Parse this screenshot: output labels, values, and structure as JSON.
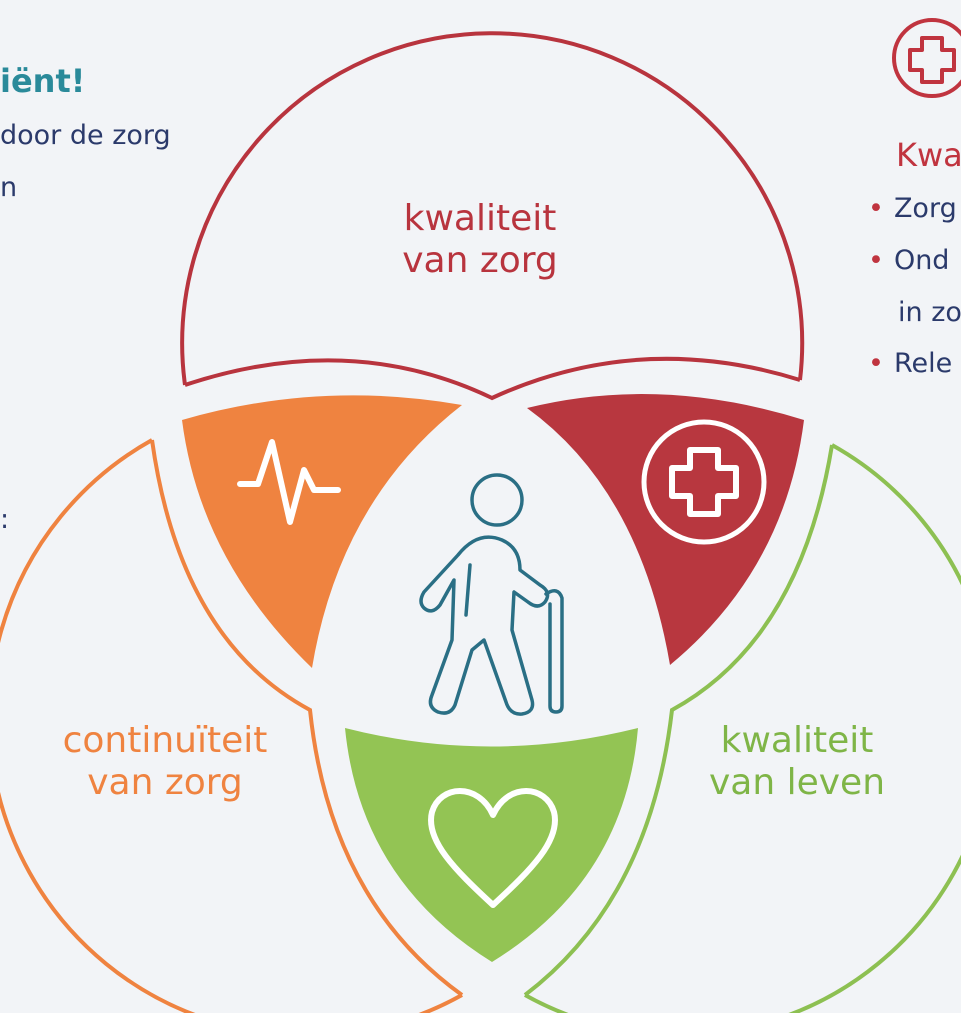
{
  "left_text": {
    "heading": "iënt!",
    "lines": [
      "door de zorg",
      "n",
      ":"
    ]
  },
  "right_text": {
    "heading": "Kwa",
    "bullets": [
      "Zorg",
      "Ond",
      "Rele"
    ],
    "continuation": "in zo"
  },
  "circles": {
    "top": {
      "line1": "kwaliteit",
      "line2": "van zorg",
      "color": "#b8343e"
    },
    "left": {
      "line1": "continuïteit",
      "line2": "van zorg",
      "color": "#ef8340"
    },
    "right": {
      "line1": "kwaliteit",
      "line2": "van leven",
      "color": "#8dc052"
    }
  },
  "icons": [
    "heartbeat-icon",
    "medical-cross-icon",
    "heart-icon",
    "elderly-person-with-cane-icon"
  ],
  "colors": {
    "orange": "#ef8340",
    "red": "#b8373f",
    "green": "#93c454",
    "teal": "#2a6f85"
  }
}
